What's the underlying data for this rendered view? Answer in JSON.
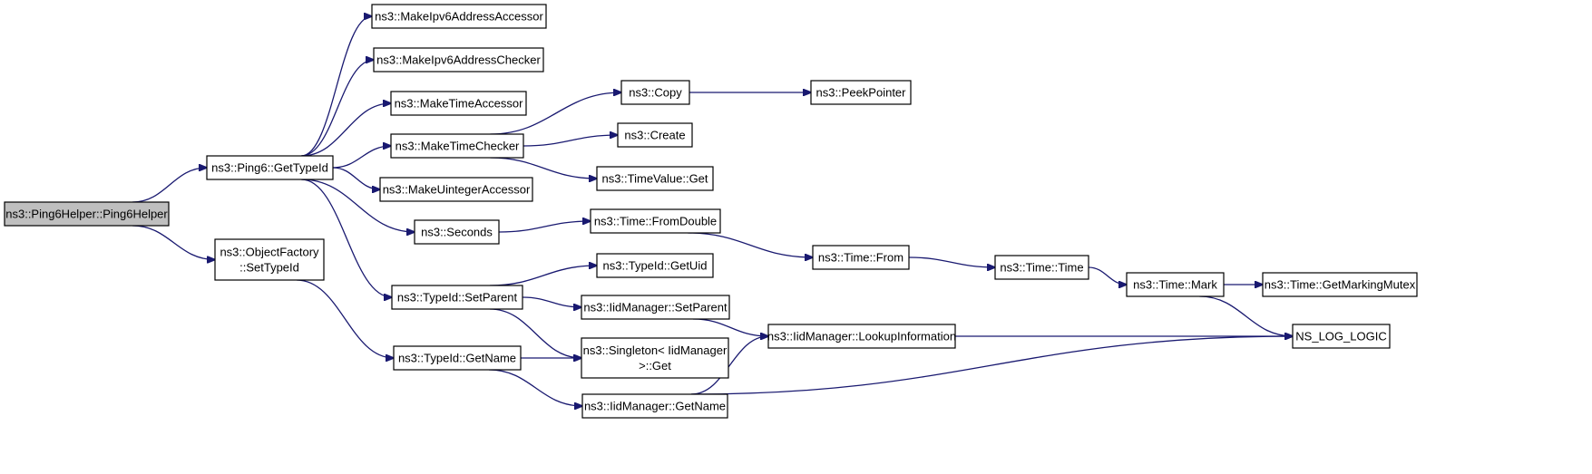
{
  "graph": {
    "edge_color": "#191970",
    "root_fill": "#bfbfbf",
    "nodes": [
      {
        "id": "ping6helper",
        "lines": [
          "ns3::Ping6Helper::Ping6Helper"
        ],
        "root": true
      },
      {
        "id": "ping6_gettypeid",
        "lines": [
          "ns3::Ping6::GetTypeId"
        ]
      },
      {
        "id": "objectfactory_settypeid",
        "lines": [
          "ns3::ObjectFactory",
          "::SetTypeId"
        ]
      },
      {
        "id": "makeipv6addressaccessor",
        "lines": [
          "ns3::MakeIpv6AddressAccessor"
        ]
      },
      {
        "id": "makeipv6addresschecker",
        "lines": [
          "ns3::MakeIpv6AddressChecker"
        ]
      },
      {
        "id": "maketimeaccessor",
        "lines": [
          "ns3::MakeTimeAccessor"
        ]
      },
      {
        "id": "maketimechecker",
        "lines": [
          "ns3::MakeTimeChecker"
        ]
      },
      {
        "id": "makeuintegeraccessor",
        "lines": [
          "ns3::MakeUintegerAccessor"
        ]
      },
      {
        "id": "seconds",
        "lines": [
          "ns3::Seconds"
        ]
      },
      {
        "id": "typeid_setparent",
        "lines": [
          "ns3::TypeId::SetParent"
        ]
      },
      {
        "id": "typeid_getname",
        "lines": [
          "ns3::TypeId::GetName"
        ]
      },
      {
        "id": "copy",
        "lines": [
          "ns3::Copy"
        ]
      },
      {
        "id": "create",
        "lines": [
          "ns3::Create"
        ]
      },
      {
        "id": "timevalue_get",
        "lines": [
          "ns3::TimeValue::Get"
        ]
      },
      {
        "id": "time_fromdouble",
        "lines": [
          "ns3::Time::FromDouble"
        ]
      },
      {
        "id": "typeid_getuid",
        "lines": [
          "ns3::TypeId::GetUid"
        ]
      },
      {
        "id": "iidmanager_setparent",
        "lines": [
          "ns3::IidManager::SetParent"
        ]
      },
      {
        "id": "singleton_get",
        "lines": [
          "ns3::Singleton< IidManager",
          ">::Get"
        ]
      },
      {
        "id": "iidmanager_getname",
        "lines": [
          "ns3::IidManager::GetName"
        ]
      },
      {
        "id": "peekpointer",
        "lines": [
          "ns3::PeekPointer"
        ]
      },
      {
        "id": "time_from",
        "lines": [
          "ns3::Time::From"
        ]
      },
      {
        "id": "iidmanager_lookupinformation",
        "lines": [
          "ns3::IidManager::LookupInformation"
        ]
      },
      {
        "id": "time_time",
        "lines": [
          "ns3::Time::Time"
        ]
      },
      {
        "id": "time_mark",
        "lines": [
          "ns3::Time::Mark"
        ]
      },
      {
        "id": "time_getmarkingmutex",
        "lines": [
          "ns3::Time::GetMarkingMutex"
        ]
      },
      {
        "id": "ns_log_logic",
        "lines": [
          "NS_LOG_LOGIC"
        ]
      }
    ],
    "edges": [
      [
        "ping6helper",
        "ping6_gettypeid"
      ],
      [
        "ping6helper",
        "objectfactory_settypeid"
      ],
      [
        "ping6_gettypeid",
        "makeipv6addressaccessor"
      ],
      [
        "ping6_gettypeid",
        "makeipv6addresschecker"
      ],
      [
        "ping6_gettypeid",
        "maketimeaccessor"
      ],
      [
        "ping6_gettypeid",
        "maketimechecker"
      ],
      [
        "ping6_gettypeid",
        "makeuintegeraccessor"
      ],
      [
        "ping6_gettypeid",
        "seconds"
      ],
      [
        "ping6_gettypeid",
        "typeid_setparent"
      ],
      [
        "objectfactory_settypeid",
        "typeid_getname"
      ],
      [
        "maketimechecker",
        "copy"
      ],
      [
        "maketimechecker",
        "create"
      ],
      [
        "maketimechecker",
        "timevalue_get"
      ],
      [
        "copy",
        "peekpointer"
      ],
      [
        "seconds",
        "time_fromdouble"
      ],
      [
        "time_fromdouble",
        "time_from"
      ],
      [
        "time_from",
        "time_time"
      ],
      [
        "time_time",
        "time_mark"
      ],
      [
        "time_mark",
        "time_getmarkingmutex"
      ],
      [
        "time_mark",
        "ns_log_logic"
      ],
      [
        "typeid_setparent",
        "typeid_getuid"
      ],
      [
        "typeid_setparent",
        "iidmanager_setparent"
      ],
      [
        "typeid_setparent",
        "singleton_get"
      ],
      [
        "typeid_getname",
        "singleton_get"
      ],
      [
        "typeid_getname",
        "iidmanager_getname"
      ],
      [
        "iidmanager_setparent",
        "iidmanager_lookupinformation"
      ],
      [
        "iidmanager_getname",
        "iidmanager_lookupinformation"
      ],
      [
        "iidmanager_getname",
        "ns_log_logic"
      ],
      [
        "iidmanager_lookupinformation",
        "ns_log_logic"
      ]
    ]
  }
}
